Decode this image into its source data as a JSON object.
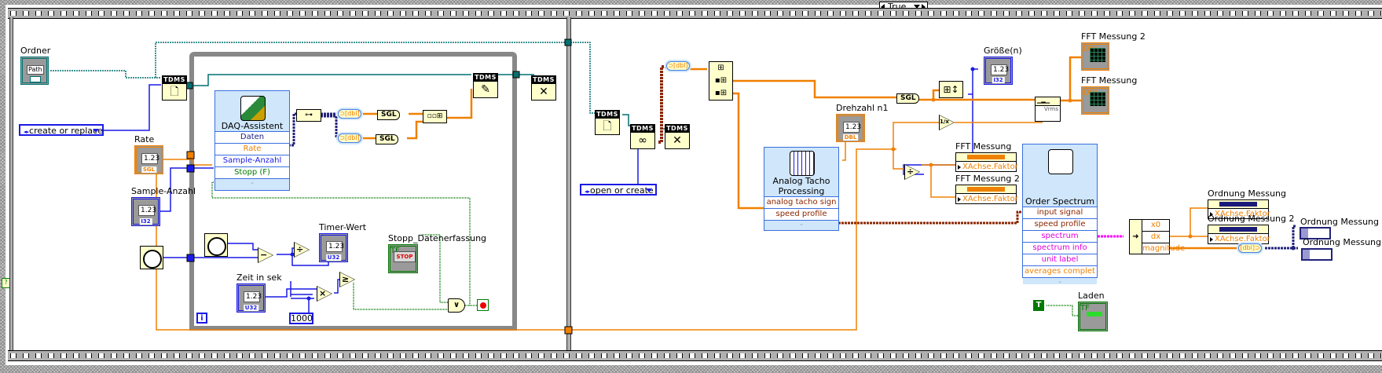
{
  "case_structure": {
    "selector_value": "True"
  },
  "frame1": {
    "ordner": {
      "label": "Ordner",
      "value": "Path"
    },
    "open_mode": {
      "value": "create or replace"
    },
    "rate": {
      "label": "Rate",
      "value": "1.23",
      "type": "SGL"
    },
    "sample_anzahl": {
      "label": "Sample-Anzahl",
      "value": "1.23",
      "type": "I32"
    },
    "tdms_open_label": "TDMS",
    "tdms_write_label": "TDMS",
    "tdms_close_label": "TDMS",
    "daq_assistant": {
      "title": "DAQ-Assistent",
      "terminals": [
        "Daten",
        "Rate",
        "Sample-Anzahl",
        "Stopp (F)"
      ]
    },
    "sgl_1": "SGL",
    "sgl_2": "SGL",
    "timer_wert": {
      "label": "Timer-Wert",
      "value": "1.23",
      "type": "U32"
    },
    "zeit_in_sek": {
      "label": "Zeit in sek",
      "value": "1.23",
      "type": "U32"
    },
    "constant_1000": "1000",
    "stopp_datenerfassung": {
      "label": "Stopp_Datenerfassung",
      "button_text": "STOP",
      "type": "TF"
    },
    "loop_iteration": "i",
    "operators": {
      "subtract": "−",
      "divide": "÷",
      "multiply": "×",
      "greater_equal": "≥",
      "or": "∨"
    }
  },
  "frame2": {
    "open_mode": {
      "value": "open or create"
    },
    "tdms_open_label": "TDMS",
    "tdms_read_label": "TDMS",
    "tdms_close_label": "TDMS",
    "drehzahl_n1": {
      "label": "Drehzahl n1",
      "value": "1.23",
      "type": "DBL"
    },
    "groesse_n": {
      "label": "Größe(n)",
      "value": "1.23",
      "type": "I32"
    },
    "sgl": "SGL",
    "analog_tacho": {
      "title_line1": "Analog Tacho",
      "title_line2": "Processing",
      "terminals": [
        "analog tacho sign",
        "speed profile"
      ]
    },
    "fft_graph_2": {
      "label": "FFT Messung 2",
      "type": "DBL"
    },
    "fft_graph_1": {
      "label": "FFT Messung",
      "type": "DBL"
    },
    "fft_prop_1": {
      "label": "FFT Messung",
      "property": "XAchse.Faktor"
    },
    "fft_prop_2": {
      "label": "FFT Messung 2",
      "property": "XAchse.Faktor"
    },
    "spectrum_vi": {
      "text": "Vrms"
    },
    "order_spectrum": {
      "title": "Order Spectrum",
      "terminals": [
        "input signal",
        "speed profile",
        "spectrum",
        "spectrum info",
        "unit label",
        "averages complet"
      ]
    },
    "unbundle": {
      "fields": [
        "x0",
        "dx",
        "magnitude"
      ]
    },
    "ordnung_prop_1": {
      "label": "Ordnung Messung",
      "property": "XAchse.Faktor"
    },
    "ordnung_prop_2": {
      "label": "Ordnung Messung 2",
      "property": "XAchse.Faktor"
    },
    "ordnung_graph_2": {
      "label": "Ordnung Messung 2"
    },
    "ordnung_graph_1": {
      "label": "Ordnung Messung"
    },
    "laden": {
      "label": "Laden",
      "type": "TF"
    },
    "true_constant": "T",
    "reciprocal": "1/x",
    "divide": "÷"
  },
  "colors": {
    "orange_wire": "#f08000",
    "blue_wire": "#1a1ae6",
    "teal_wire": "#007070",
    "green_wire": "#007a00",
    "brown_wire": "#8b2500",
    "magenta_wire": "#ff00ff",
    "express_bg": "#cfe6fb",
    "node_bg": "#ffffcc"
  }
}
